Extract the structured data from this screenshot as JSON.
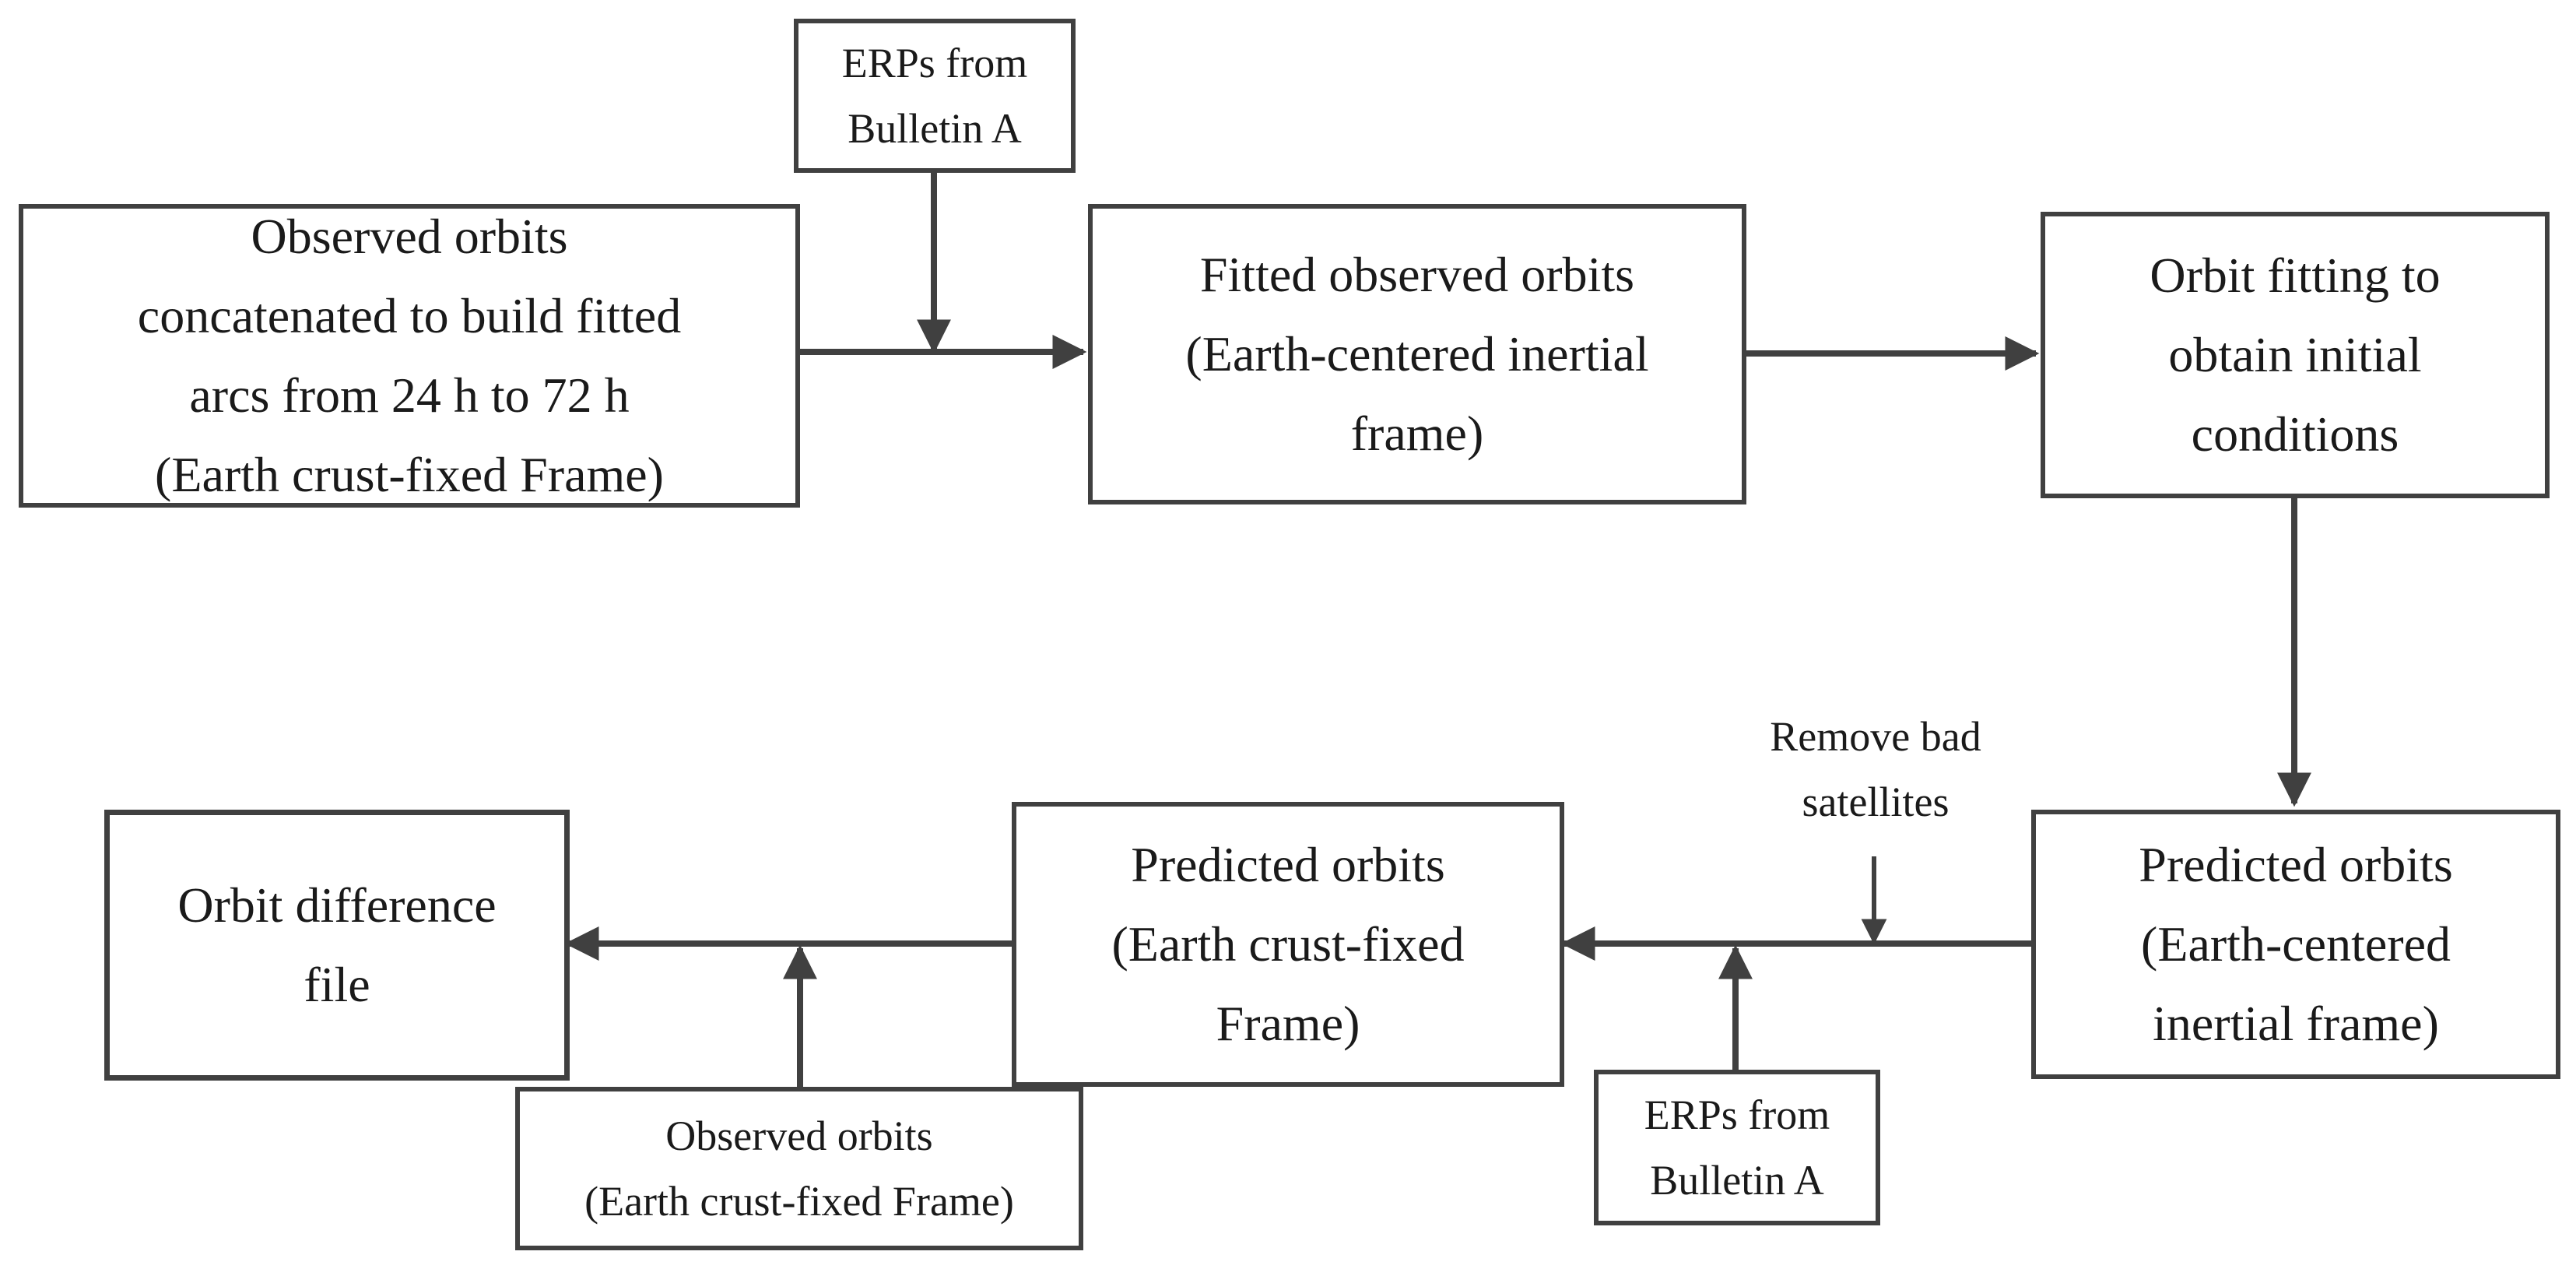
{
  "diagram": {
    "nodes": {
      "observed_concat": {
        "lines": [
          "Observed orbits",
          "concatenated to build fitted",
          "arcs from 24 h to 72 h",
          "(Earth crust-fixed Frame)"
        ]
      },
      "erp_top": {
        "lines": [
          "ERPs from",
          "Bulletin A"
        ]
      },
      "fitted_observed": {
        "lines": [
          "Fitted observed orbits",
          "(Earth-centered inertial",
          "frame)"
        ]
      },
      "orbit_fitting": {
        "lines": [
          "Orbit fitting to",
          "obtain initial",
          "conditions"
        ]
      },
      "predicted_inertial": {
        "lines": [
          "Predicted orbits",
          "(Earth-centered",
          "inertial frame)"
        ]
      },
      "predicted_crust": {
        "lines": [
          "Predicted orbits",
          "(Earth crust-fixed",
          "Frame)"
        ]
      },
      "orbit_difference": {
        "lines": [
          "Orbit difference",
          "file"
        ]
      },
      "erp_bottom": {
        "lines": [
          "ERPs from",
          "Bulletin A"
        ]
      },
      "observed_crust": {
        "lines": [
          "Observed orbits",
          "(Earth crust-fixed Frame)"
        ]
      }
    },
    "labels": {
      "remove_bad": {
        "lines": [
          "Remove bad",
          "satellites"
        ]
      }
    },
    "edges": [
      {
        "from": "observed_concat",
        "to": "fitted_observed"
      },
      {
        "from": "erp_top",
        "to": "observed_concat->fitted_observed"
      },
      {
        "from": "fitted_observed",
        "to": "orbit_fitting"
      },
      {
        "from": "orbit_fitting",
        "to": "predicted_inertial"
      },
      {
        "from": "predicted_inertial",
        "to": "predicted_crust"
      },
      {
        "from": "remove_bad",
        "to": "predicted_inertial->predicted_crust"
      },
      {
        "from": "erp_bottom",
        "to": "predicted_inertial->predicted_crust"
      },
      {
        "from": "predicted_crust",
        "to": "orbit_difference"
      },
      {
        "from": "observed_crust",
        "to": "predicted_crust->orbit_difference"
      }
    ],
    "colors": {
      "stroke": "#404040",
      "text": "#1a1a1a",
      "background": "#ffffff"
    }
  }
}
